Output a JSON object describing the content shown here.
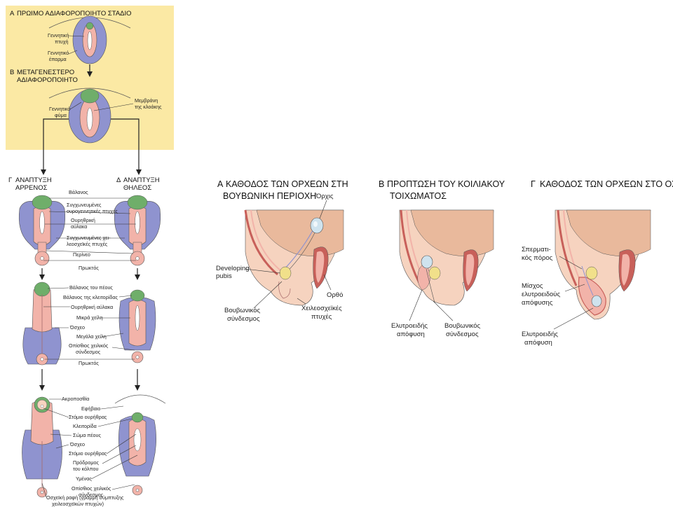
{
  "colors": {
    "panel": "#fbe9a4",
    "purple": "#8f93cf",
    "pink": "#f2b3a9",
    "green": "#6fae6a",
    "skin": "#f6d3bf",
    "tan": "#e9b99c",
    "wall_red": "#c8605a",
    "yellow": "#f1e08a"
  },
  "left_panel": {
    "stage_a": {
      "heading_letter": "Α",
      "heading": "ΠΡΩΙΜΟ ΑΔΙΑΦΟΡΟΠΟΙΗΤΟ ΣΤΑΔΙΟ",
      "genital_fold_1": "Γεννητική",
      "genital_fold_2": "πτυχή",
      "genital_swelling_1": "Γεννητικό",
      "genital_swelling_2": "έπαρμα"
    },
    "stage_b": {
      "heading_letter": "Β",
      "heading_1": "ΜΕΤΑΓΕΝΕΣΤΕΡΟ",
      "heading_2": "ΑΔΙΑΦΟΡΟΠΟΙΗΤΟ",
      "tubercle_1": "Γεννητικό",
      "tubercle_2": "φύμα",
      "membrane_1": "Μεμβράνη",
      "membrane_2": "της κλοάκης"
    },
    "male_heading": {
      "letter": "Γ",
      "line1": "ΑΝΑΠΤΥΞΗ",
      "line2": "ΑΡΡΕΝΟΣ"
    },
    "female_heading": {
      "letter": "Δ",
      "line1": "ΑΝΑΠΤΥΞΗ",
      "line2": "ΘΗΛΕΟΣ"
    },
    "row1_labels": [
      "Βάλανος",
      "Συγχωνευμένες",
      "ουρογεννητικές πτυχές",
      "Ουρηθρική",
      "αύλακα",
      "Συγχωνευμένες χει-",
      "λεοσχεϊκές πτυχές",
      "Περίνεο",
      "Πρωκτός"
    ],
    "row2_labels": [
      "Βάλανος του πέους",
      "Βάλανος της κλειτορίδας",
      "Ουρηθρική αύλακα",
      "Μικρά χείλη",
      "Όσχεο",
      "Μεγάλα χείλη",
      "Οπίσθιος χειλικός",
      "σύνδεσμος",
      "Πρωκτός"
    ],
    "row3_labels": [
      "Ακροποσθία",
      "Εφήβαιο",
      "Στόμιο ουρήθρας",
      "Κλειτορίδα",
      "Σώμα πέους",
      "Όσχεο",
      "Στόμιο ουρήθρας",
      "Πρόδρομος",
      "του κόλπου",
      "Υμένας",
      "Οπίσθιος χειλικός",
      "σύνδεσμος",
      "Οσχεϊκή ραφή (γραμμή σύμπτυξης",
      "χειλεοσχεϊκών πτυχών)"
    ]
  },
  "panel_a": {
    "letter": "Α",
    "title_1": "ΚΑΘΟΔΟΣ ΤΩΝ ΟΡΧΕΩΝ ΣΤΗ",
    "title_2": "ΒΟΥΒΩΝΙΚΗ ΠΕΡΙΟΧΗ",
    "testis": "Όρχις",
    "developing_1": "Developing",
    "developing_2": "pubis",
    "rectum": "Ορθό",
    "gubernaculum_1": "Βουβωνικός",
    "gubernaculum_2": "σύνδεσμος",
    "labioscrotal_1": "Χειλεοσχεϊκές",
    "labioscrotal_2": "πτυχές"
  },
  "panel_b": {
    "letter": "Β",
    "title_1": "ΠΡΟΠΤΩΣΗ ΤΟΥ ΚΟΙΛΙΑΚΟΥ",
    "title_2": "ΤΟΙΧΩΜΑΤΟΣ",
    "vaginal_1": "Ελυτροειδής",
    "vaginal_2": "απόφυση",
    "gubernaculum_1": "Βουβωνικός",
    "gubernaculum_2": "σύνδεσμος"
  },
  "panel_c": {
    "letter": "Γ",
    "title": "ΚΑΘΟΔΟΣ ΤΩΝ ΟΡΧΕΩΝ ΣΤΟ ΟΣΧΕΟ",
    "cord_1": "Σπερματι-",
    "cord_2": "κός πόρος",
    "stalk_1": "Μίσχος",
    "stalk_2": "ελυτροειδούς",
    "stalk_3": "απόφυσης",
    "vaginal_1": "Ελυτροειδής",
    "vaginal_2": "απόφυση"
  }
}
